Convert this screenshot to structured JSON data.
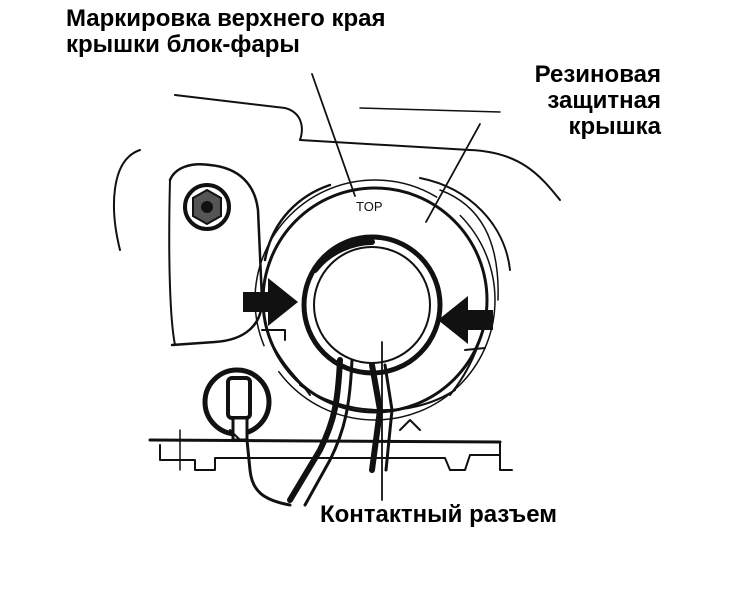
{
  "labels": {
    "top_mark": [
      "Маркировка верхнего края",
      "крышки блок-фары"
    ],
    "rubber_cover": [
      "Резиновая",
      "защитная",
      "крышка"
    ],
    "connector": "Контактный разъем"
  },
  "diagram_text": {
    "top_marking": "TOP"
  },
  "colors": {
    "ink": "#111111",
    "background": "#ffffff"
  }
}
